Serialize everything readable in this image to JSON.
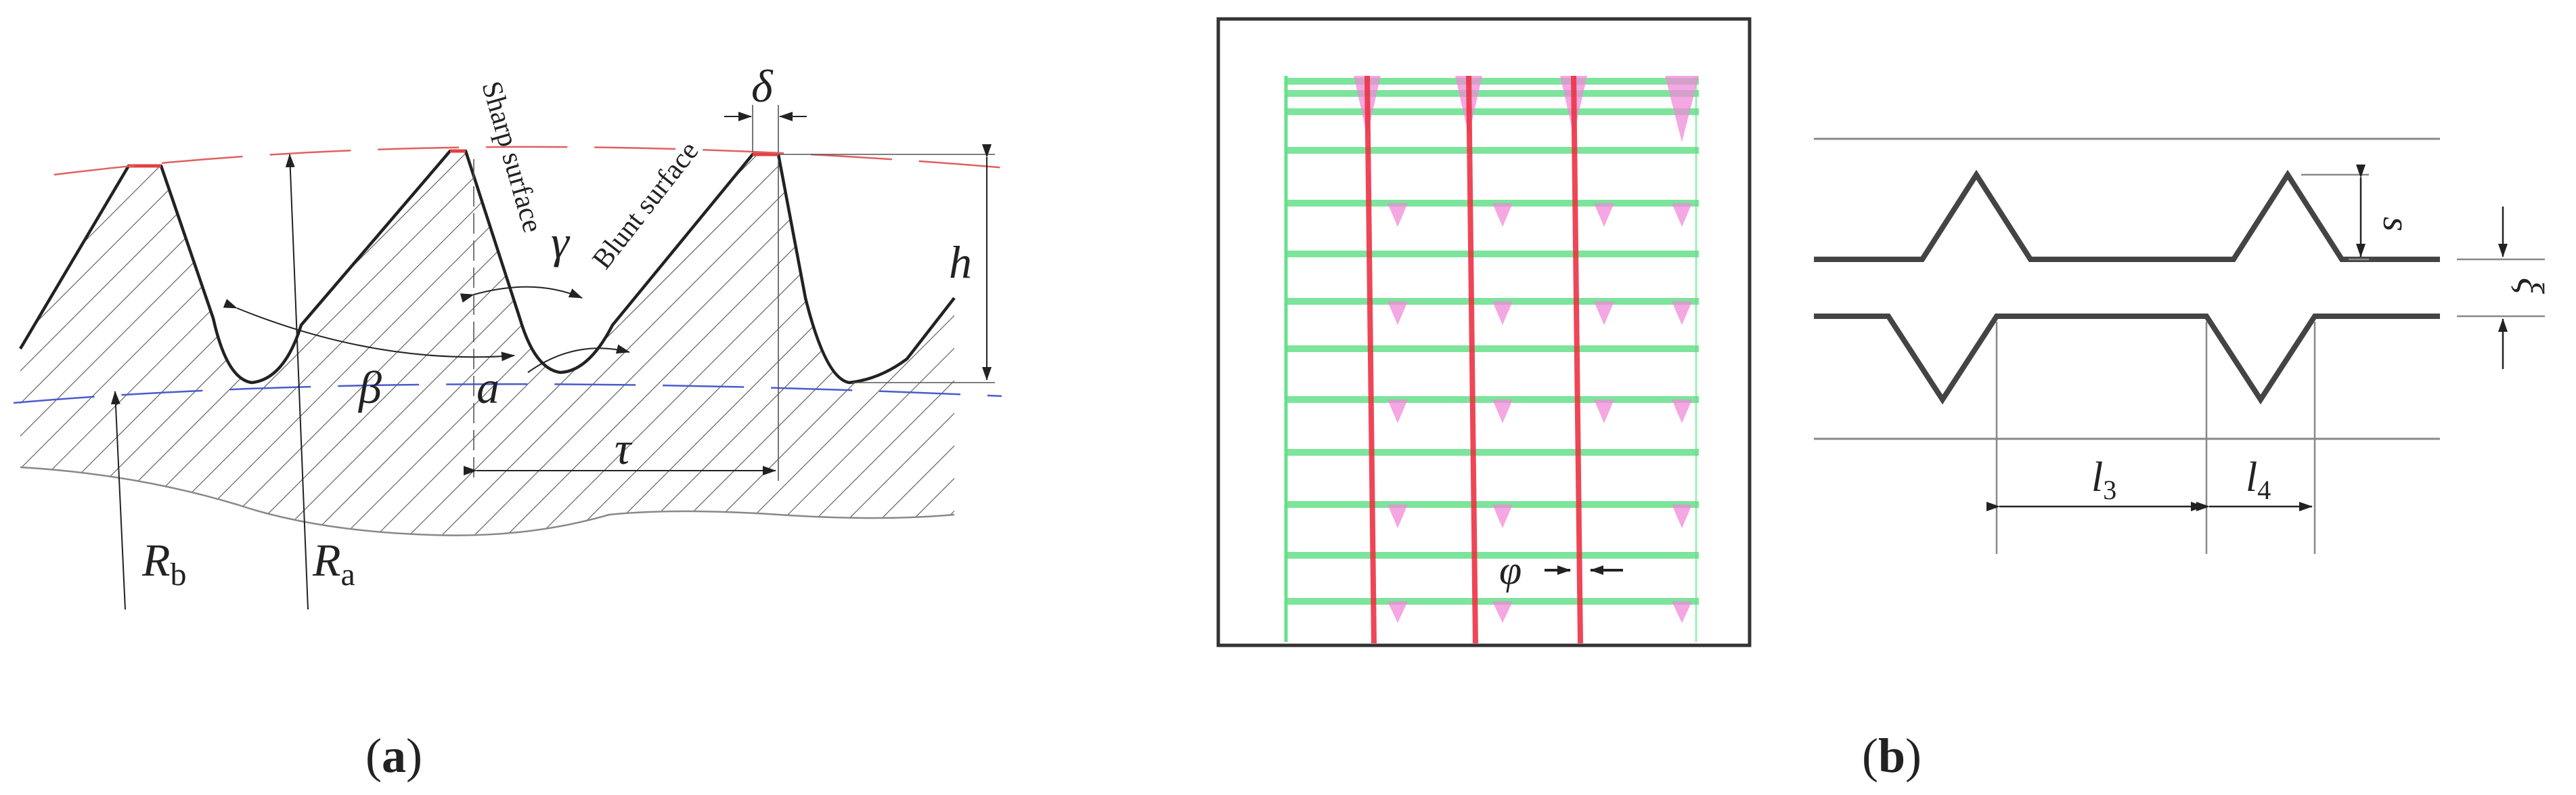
{
  "panel_a": {
    "caption": "a",
    "labels": {
      "sharp_surface": "Sharp surface",
      "blunt_surface": "Blunt surface",
      "delta": "δ",
      "gamma": "γ",
      "h": "h",
      "beta": "β",
      "a": "a",
      "tau": "τ",
      "R_b": "R",
      "R_b_sub": "b",
      "R_a": "R",
      "R_a_sub": "a"
    }
  },
  "panel_b": {
    "caption": "b",
    "labels": {
      "phi": "φ",
      "s": "s",
      "xi": "ξ",
      "l3": "l",
      "l3_sub": "3",
      "l4": "l",
      "l4_sub": "4"
    }
  },
  "colors": {
    "line": "#222222",
    "hatch": "#555555",
    "tip_circle": "#e06060",
    "root_circle": "#4a5ccc",
    "green_mesh": "#66e08a",
    "pink_mesh": "#f08ad8",
    "red_line": "#ee3344",
    "dim_gray": "#888888"
  }
}
